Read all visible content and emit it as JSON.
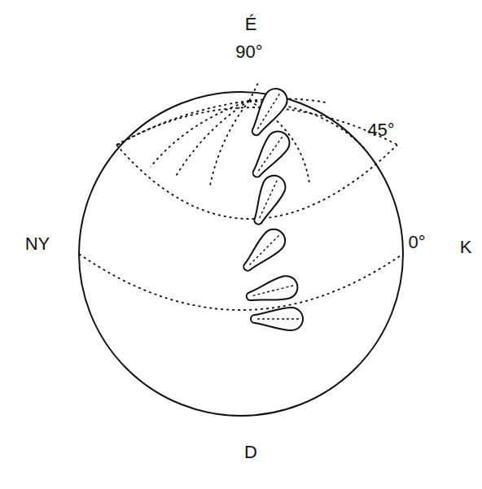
{
  "diagram": {
    "labels": [
      "É",
      "90°",
      "45°",
      "NY",
      "0°",
      "K",
      "D"
    ]
  }
}
